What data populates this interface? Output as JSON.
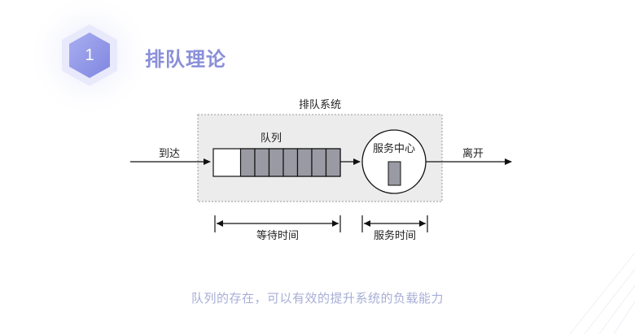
{
  "section": {
    "number": "1",
    "title": "排队理论"
  },
  "diagram": {
    "system_label": "排队系统",
    "arrive_label": "到达",
    "queue_label": "队列",
    "service_center_label": "服务中心",
    "leave_label": "离开",
    "wait_time_label": "等待时间",
    "service_time_label": "服务时间",
    "queue_slot_count": 7
  },
  "caption": "队列的存在，可以有效的提升系统的负载能力",
  "colors": {
    "accent": "#8a8fd8",
    "caption": "#a7aed6",
    "system_fill": "#ececec",
    "queue_fill": "#9a9aa4"
  }
}
